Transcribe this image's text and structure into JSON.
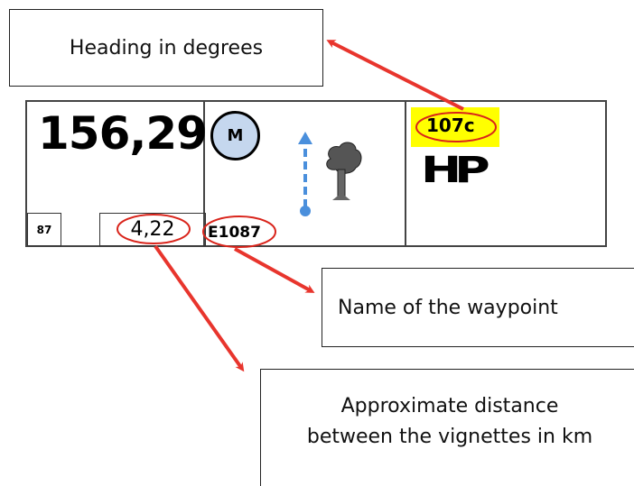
{
  "callouts": {
    "heading": "Heading in degrees",
    "waypoint": "Name of the waypoint",
    "distance_line1": "Approximate distance",
    "distance_line2": "between the vignettes in km"
  },
  "roadbook": {
    "heading_value": "156,29",
    "small_box_value": "87",
    "distance_value": "4,22",
    "badge_letter": "M",
    "waypoint_name": "E1087",
    "waypoint_code": "107c",
    "logo_text": "HP"
  },
  "colors": {
    "annotation_red": "#e8352d",
    "highlight_yellow": "#ffff00",
    "badge_blue": "#c5d7ee",
    "route_blue": "#4a8fdc",
    "ellipse_red": "#d9241b"
  },
  "icons": [
    "tree-icon",
    "dashed-route-arrow-icon",
    "circle-badge-icon"
  ]
}
